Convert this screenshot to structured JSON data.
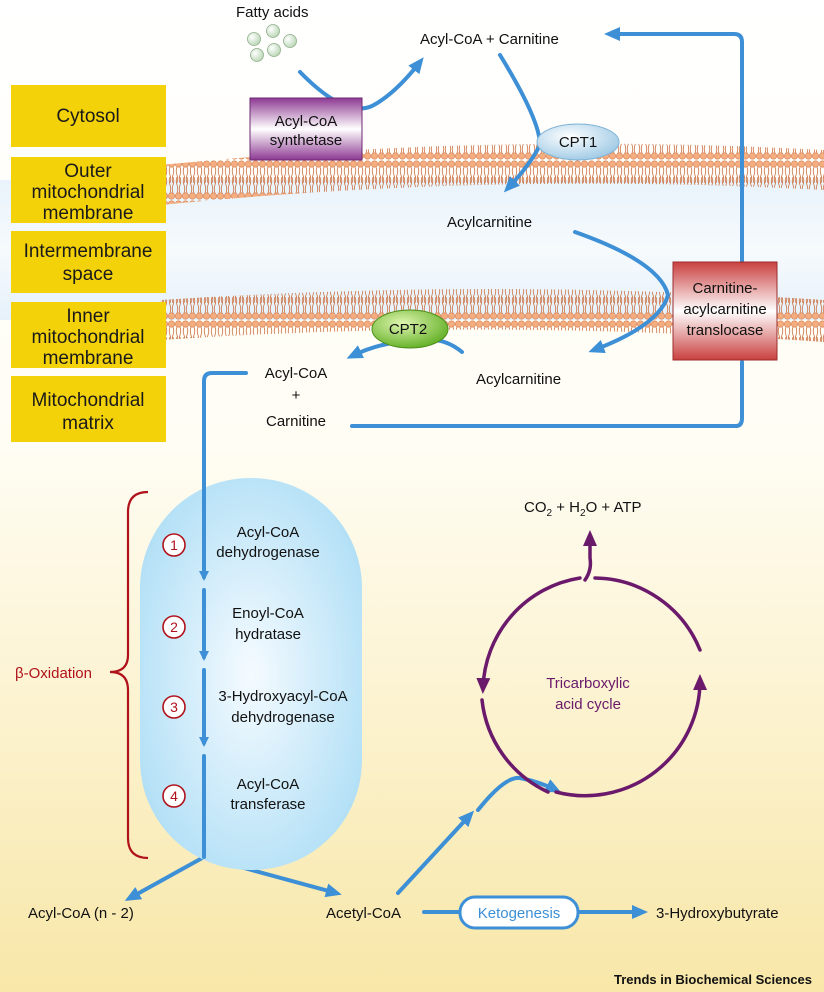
{
  "compartments": [
    {
      "lines": [
        "Cytosol"
      ]
    },
    {
      "lines": [
        "Outer",
        "mitochondrial",
        "membrane"
      ]
    },
    {
      "lines": [
        "Intermembrane",
        "space"
      ]
    },
    {
      "lines": [
        "Inner",
        "mitochondrial",
        "membrane"
      ]
    },
    {
      "lines": [
        "Mitochondrial",
        "matrix"
      ]
    }
  ],
  "labels": {
    "fatty_acids": "Fatty acids",
    "acyl_coa_carnitine_top": "Acyl-CoA + Carnitine",
    "acyl_coa_synthetase": [
      "Acyl-CoA",
      "synthetase"
    ],
    "cpt1": "CPT1",
    "acylcarnitine_ims": "Acylcarnitine",
    "translocase": [
      "Carnitine-",
      "acylcarnitine",
      "translocase"
    ],
    "cpt2": "CPT2",
    "acylcarnitine_inner": "Acylcarnitine",
    "acyl_coa_matrix": [
      "Acyl-CoA",
      "+",
      "Carnitine"
    ],
    "co2_h2o_atp": "CO2 + H2O + ATP",
    "beta_oxidation": "β-Oxidation",
    "tca": [
      "Tricarboxylic",
      "acid cycle"
    ],
    "acyl_coa_n2": "Acyl-CoA (n - 2)",
    "acetyl_coa": "Acetyl-CoA",
    "ketogenesis": "Ketogenesis",
    "hydroxybutyrate": "3-Hydroxybutyrate",
    "footer": "Trends in Biochemical Sciences"
  },
  "beta_steps": [
    {
      "num": "1",
      "lines": [
        "Acyl-CoA",
        "dehydrogenase"
      ]
    },
    {
      "num": "2",
      "lines": [
        "Enoyl-CoA",
        "hydratase"
      ]
    },
    {
      "num": "3",
      "lines": [
        "3-Hydroxyacyl-CoA",
        "dehydrogenase"
      ]
    },
    {
      "num": "4",
      "lines": [
        "Acyl-CoA",
        "transferase"
      ]
    }
  ],
  "colors": {
    "arrow_blue": "#3d8fd6",
    "tca_purple": "#6b1a6b",
    "compartment_yellow": "#f3d20a",
    "beta_red": "#b0121b"
  }
}
